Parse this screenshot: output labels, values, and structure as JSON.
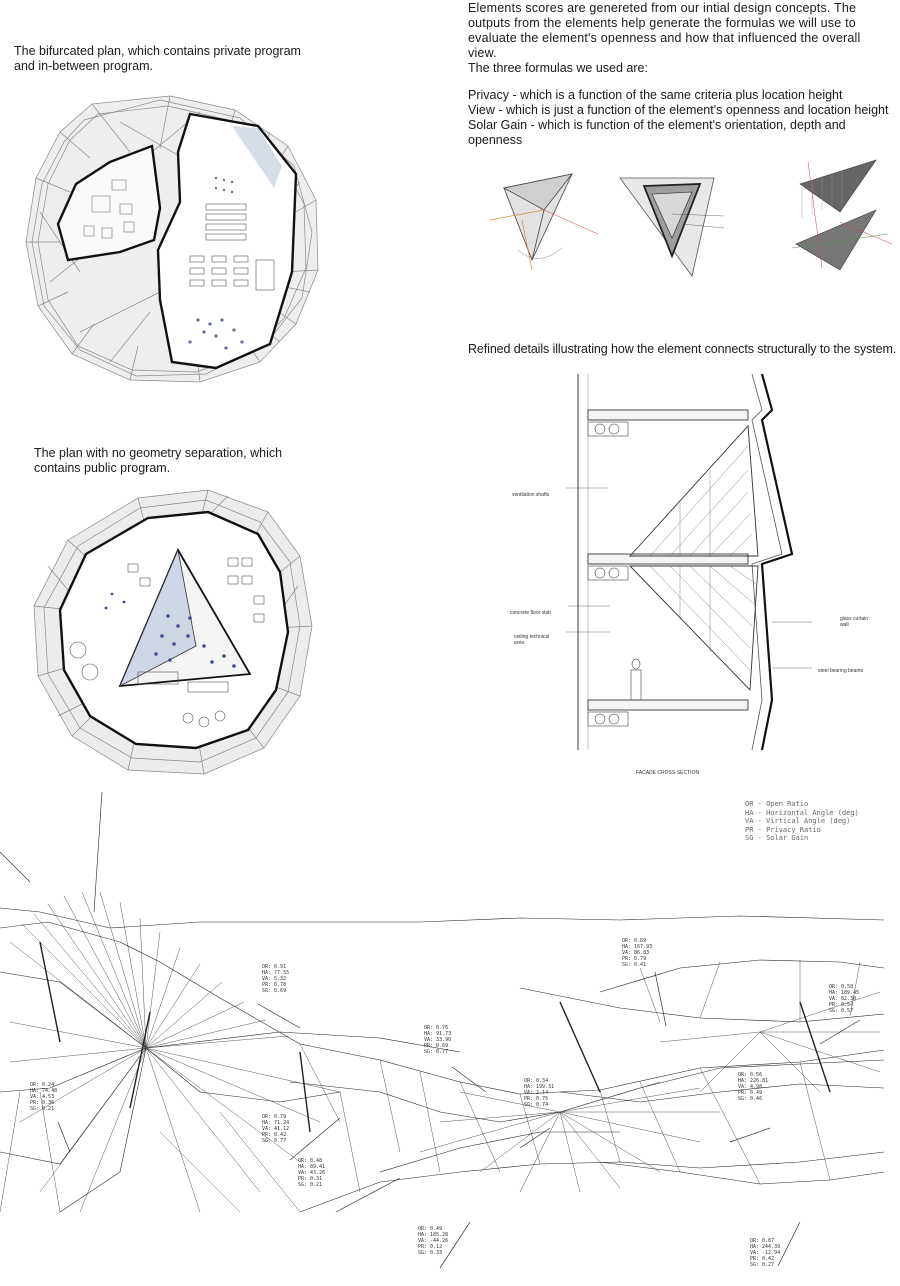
{
  "captions": {
    "bifurcated_plan": "The bifurcated plan, which contains private program and in-between program.",
    "open_plan": "The plan with no geometry separation, which contains public program.",
    "elements_intro": "Elements scores are genereted from our intial design concepts. The outputs from the elements help generate the formulas we will use to evaluate the element's openness and how that influenced the overall view.",
    "formulas_heading": "The three formulas we used are:",
    "formula_privacy": "Privacy - which is a function of the same criteria plus location height",
    "formula_view": "View - which is just a function of the element's openness and location height",
    "formula_solar": "Solar Gain - which is function of the element's orientation, depth and openness",
    "refined_details": "Refined details illustrating how the element connects structurally to the system."
  },
  "section_drawing": {
    "title": "FACADE CROSS-SECTION",
    "labels": {
      "ventilation": "ventilation shafts",
      "slab": "concrete floor slab",
      "ceiling": "ceiling technical area",
      "curtain": "glass curtain wall",
      "beams": "steel bearing beams"
    }
  },
  "legend": {
    "items": [
      "OR - Open Ratio",
      "HA - Horizontal Angle (deg)",
      "VA - Virtical Angle (deg)",
      "PR - Privacy Ratio",
      "SG - Solar Gain"
    ]
  },
  "score_tags": [
    {
      "or": "OR: 0.91",
      "ha": "HA: 77.55",
      "va": "VA: 5.32",
      "pr": "PR: 0.78",
      "sg": "SG: 0.69"
    },
    {
      "or": "OR: 0.76",
      "ha": "HA: 91.73",
      "va": "VA: 33.90",
      "pr": "PR: 0.69",
      "sg": "SG: 0.77"
    },
    {
      "or": "OR: 0.69",
      "ha": "HA: 167.93",
      "va": "VA: 86.83",
      "pr": "PR: 0.79",
      "sg": "SG: 0.41"
    },
    {
      "or": "OR: 0.58",
      "ha": "HA: 189.45",
      "va": "VA: 82.30",
      "pr": "PR: 0.54",
      "sg": "SG: 0.57"
    },
    {
      "or": "OR: 0.24",
      "ha": "HA: 74.48",
      "va": "VA: 4.53",
      "pr": "PR: 0.36",
      "sg": "SG: 0.21"
    },
    {
      "or": "OR: 0.79",
      "ha": "HA: 71.24",
      "va": "VA: 41.12",
      "pr": "PR: 0.42",
      "sg": "SG: 0.77"
    },
    {
      "or": "OR: 0.48",
      "ha": "HA: 89.41",
      "va": "VA: 43.26",
      "pr": "PR: 0.31",
      "sg": "SG: 0.21"
    },
    {
      "or": "OR: 0.34",
      "ha": "HA: 199.31",
      "va": "VA: 2.14",
      "pr": "PR: 0.75",
      "sg": "SG: 0.74"
    },
    {
      "or": "OR: 0.56",
      "ha": "HA: 226.81",
      "va": "VA: 4.98",
      "pr": "PR: 0.49",
      "sg": "SG: 0.46"
    },
    {
      "or": "OR: 0.49",
      "ha": "HA: 185.20",
      "va": "VA: -44.26",
      "pr": "PR: 0.12",
      "sg": "SG: 0.33"
    },
    {
      "or": "OR: 0.87",
      "ha": "HA: 244.39",
      "va": "VA: -12.94",
      "pr": "PR: 0.42",
      "sg": "SG: 0.27"
    }
  ]
}
